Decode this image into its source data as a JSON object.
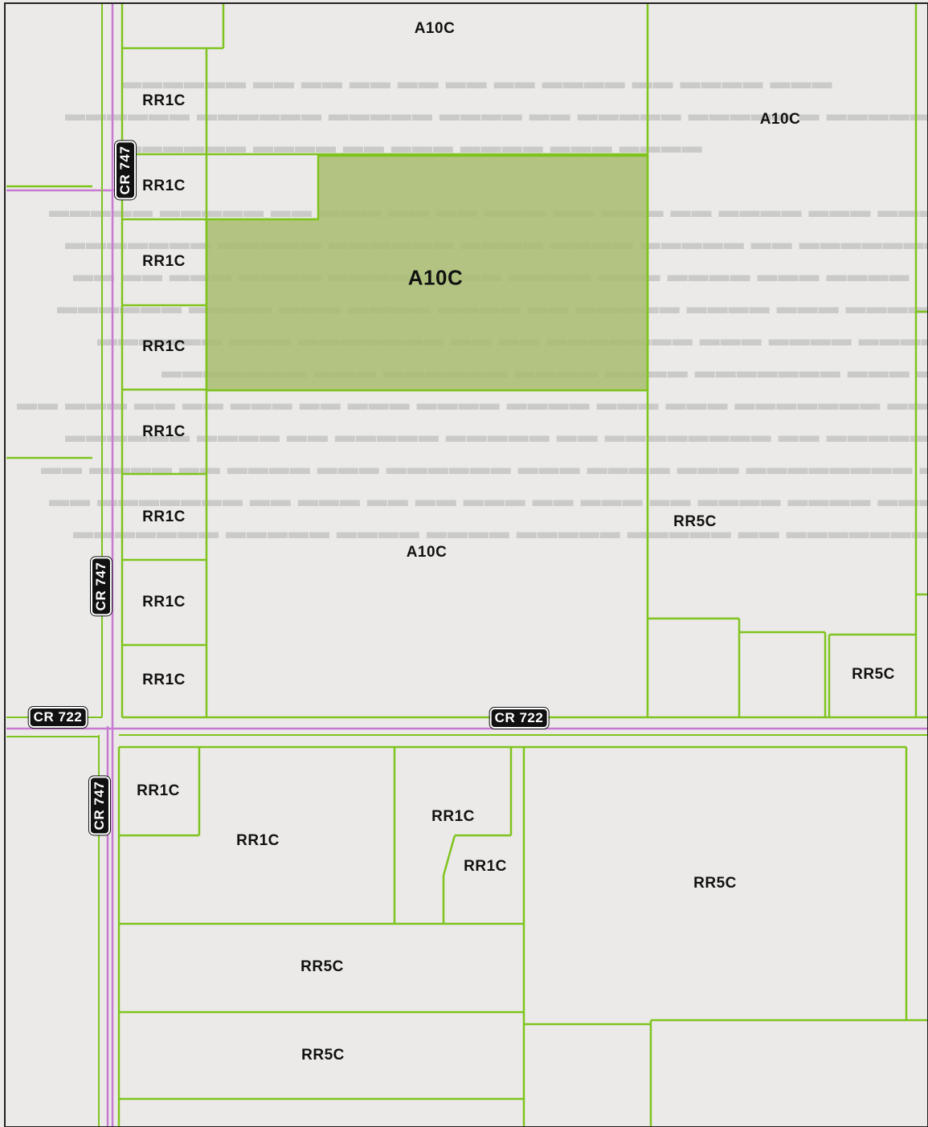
{
  "map": {
    "colors": {
      "background": "#ebeae8",
      "parcel_line": "#7fc41e",
      "road_line": "#c87ad2",
      "highlight_fill": "#a9bd70",
      "frame": "#222222"
    },
    "roads": {
      "cr747": "CR 747",
      "cr722": "CR 722"
    },
    "zones": {
      "z_a10c_top": "A10C",
      "z_a10c_topright": "A10C",
      "z_a10c_subject": "A10C",
      "z_a10c_mid": "A10C",
      "z_rr1c_1": "RR1C",
      "z_rr1c_2": "RR1C",
      "z_rr1c_3": "RR1C",
      "z_rr1c_4": "RR1C",
      "z_rr1c_5": "RR1C",
      "z_rr1c_6": "RR1C",
      "z_rr1c_7": "RR1C",
      "z_rr1c_8": "RR1C",
      "z_rr5c_right": "RR5C",
      "z_rr5c_corner": "RR5C",
      "z_rr1c_s1": "RR1C",
      "z_rr1c_s2": "RR1C",
      "z_rr1c_s3": "RR1C",
      "z_rr1c_s4": "RR1C",
      "z_rr5c_s_big": "RR5C",
      "z_rr5c_s1": "RR5C",
      "z_rr5c_s2": "RR5C"
    }
  }
}
